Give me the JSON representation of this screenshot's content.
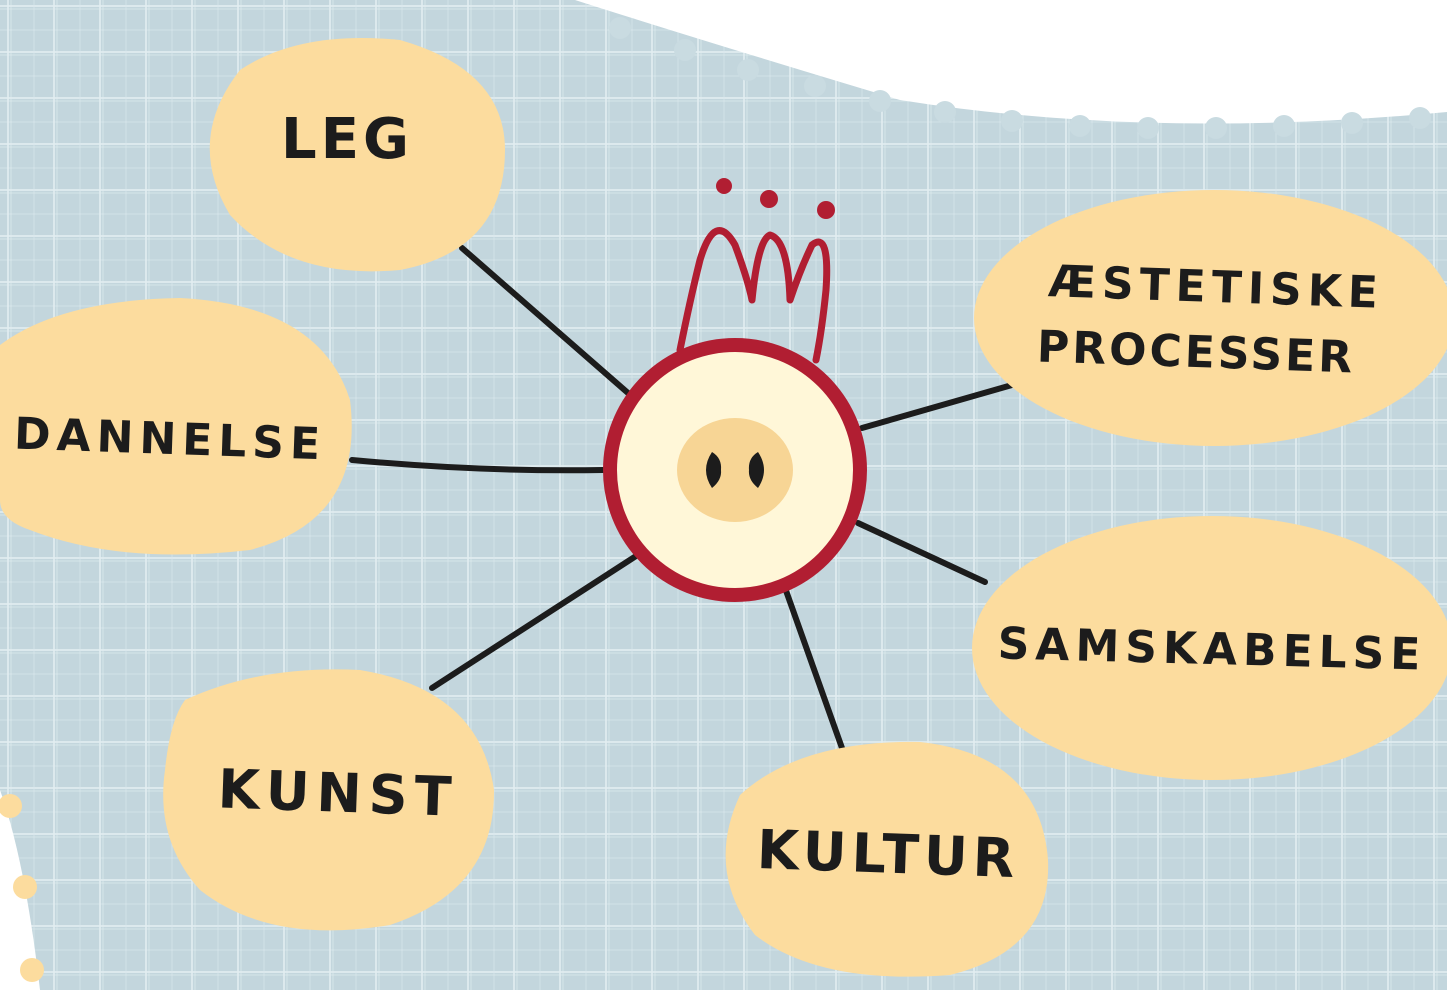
{
  "diagram": {
    "nodes": [
      {
        "id": "leg",
        "label": "LEG"
      },
      {
        "id": "dannelse",
        "label": "DANNELSE"
      },
      {
        "id": "kunst",
        "label": "KUNST"
      },
      {
        "id": "kultur",
        "label": "KULTUR"
      },
      {
        "id": "samskabelse",
        "label": "SAMSKABELSE"
      },
      {
        "id": "aestetiske",
        "label_line1": "ÆSTETISKE",
        "label_line2": "PROCESSER"
      }
    ],
    "center": {
      "icon": "crowned-pig-icon"
    },
    "colors": {
      "background": "#c3d6dd",
      "grid_line": "#e3eef2",
      "bubble": "#fcdc9e",
      "connector": "#1c1c1c",
      "crown": "#b11e32",
      "center_fill": "#fff7d8",
      "snout": "#f7d595",
      "text": "#1c1c1c"
    }
  }
}
